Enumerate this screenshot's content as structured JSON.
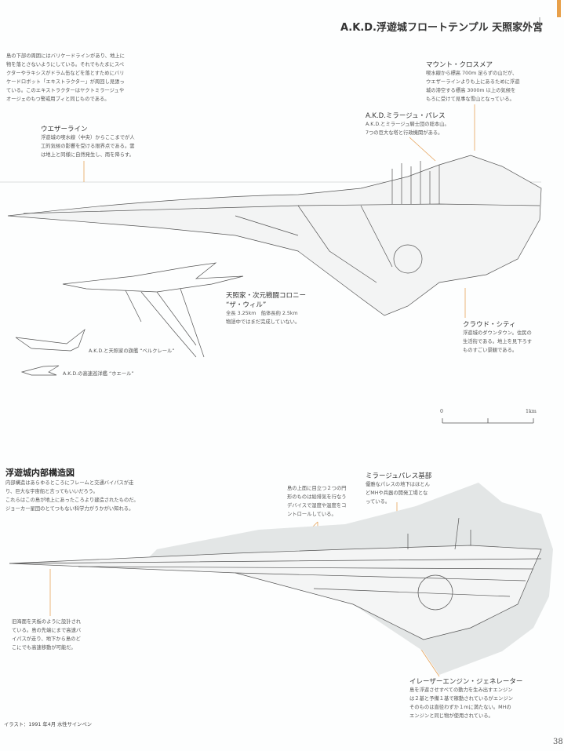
{
  "page_title": "A.K.D.浮遊城フロートテンプル 天照家外宮",
  "barricade_note": [
    "島の下部の周囲にはバリケードラインがあり、地上に",
    "物を落とさないようにしている。それでもたまにスペ",
    "クターやラキシスがドラム缶などを落とすためにバリ",
    "ケードロボット「エキストラクター」が周回し見張っ",
    "ている。このエキストラクターはヤクトミラージュや",
    "オージェのもつ警戒用ブィと同じものである。"
  ],
  "weather_line": {
    "heading": "ウエザーライン",
    "body": [
      "浮遊城の喫水線（中央）からここまでが人",
      "工的気候の影響を受ける限界点である。雲",
      "は地上と同様に自然発生し、雨を降らす。"
    ]
  },
  "mount": {
    "heading": "マウント・クロスメア",
    "body": [
      "喫水線から標高 700m 足らずの山だが、",
      "ウエザーラインよりも上にあるために浮遊",
      "城の滞空する標高 3000m 以上の気候を",
      "もろに受けて見事な雪山となっている。"
    ]
  },
  "palace": {
    "heading": "A.K.D.ミラージュ・パレス",
    "body": [
      "A.K.D.とミラージュ騎士団の総本山。",
      "7つの巨大な塔と行政機関がある。"
    ]
  },
  "colony": {
    "heading": "天照家・次元戦闘コロニー",
    "subheading": "“ザ・ウィル”",
    "body": [
      "全長 3.25km　船体長約 2.5km",
      "物語中ではまだ完成していない。"
    ]
  },
  "ship1_label": "A.K.D.と天照家の旗艦 “ベルクレール”",
  "ship2_label": "A.K.D.の高速巡洋艦 “ホエール”",
  "cloud_city": {
    "heading": "クラウド・シティ",
    "body": [
      "浮遊城のダウンタウン。住民の",
      "生活街である。地上を見下ろす",
      "ものすごい景観である。"
    ]
  },
  "scale": {
    "start": "0",
    "end": "1km"
  },
  "section": {
    "heading": "浮遊城内部構造図",
    "body": [
      "内部構造はあらゆるところにフレームと交通バイパスが走",
      "り、巨大な宇宙船と言ってもいいだろう。",
      "これらはこの島が地上にあったころより建造されたものだ。",
      "ジョーカー星団のとてつもない科学力がうかがい知れる。"
    ]
  },
  "dome_note": [
    "島の上面に目立つ２つの円",
    "形のものは給排気を行なう",
    "デバイスで湿度や温度をコ",
    "ントロールしている。"
  ],
  "palace_base": {
    "heading": "ミラージュパレス基部",
    "body": [
      "優雅なパレスの地下はほとん",
      "どMHや兵器の開発工場とな",
      "っている。"
    ]
  },
  "sea_level_note": [
    "旧海面を天板のように設計され",
    "ている。島の先端にまで高速バ",
    "イパスが走り、地下から島のど",
    "こにでも高速移動が可能だ。"
  ],
  "engine": {
    "heading": "イレーザーエンジン・ジェネレーター",
    "body": [
      "島を浮遊させすべての動力を生み出すエンジン",
      "は２基と予備１基で稼動されているがエンジン",
      "そのものは直径わずか１mに満たない。MHの",
      "エンジンと同じ物が使用されている。"
    ]
  },
  "credit": "イラスト：1991 年4月 水性サインペン",
  "page_number": "38",
  "colors": {
    "accent": "#e8a04a",
    "leader": "#e6a35a",
    "interior_bg": "#e3e6e6"
  }
}
